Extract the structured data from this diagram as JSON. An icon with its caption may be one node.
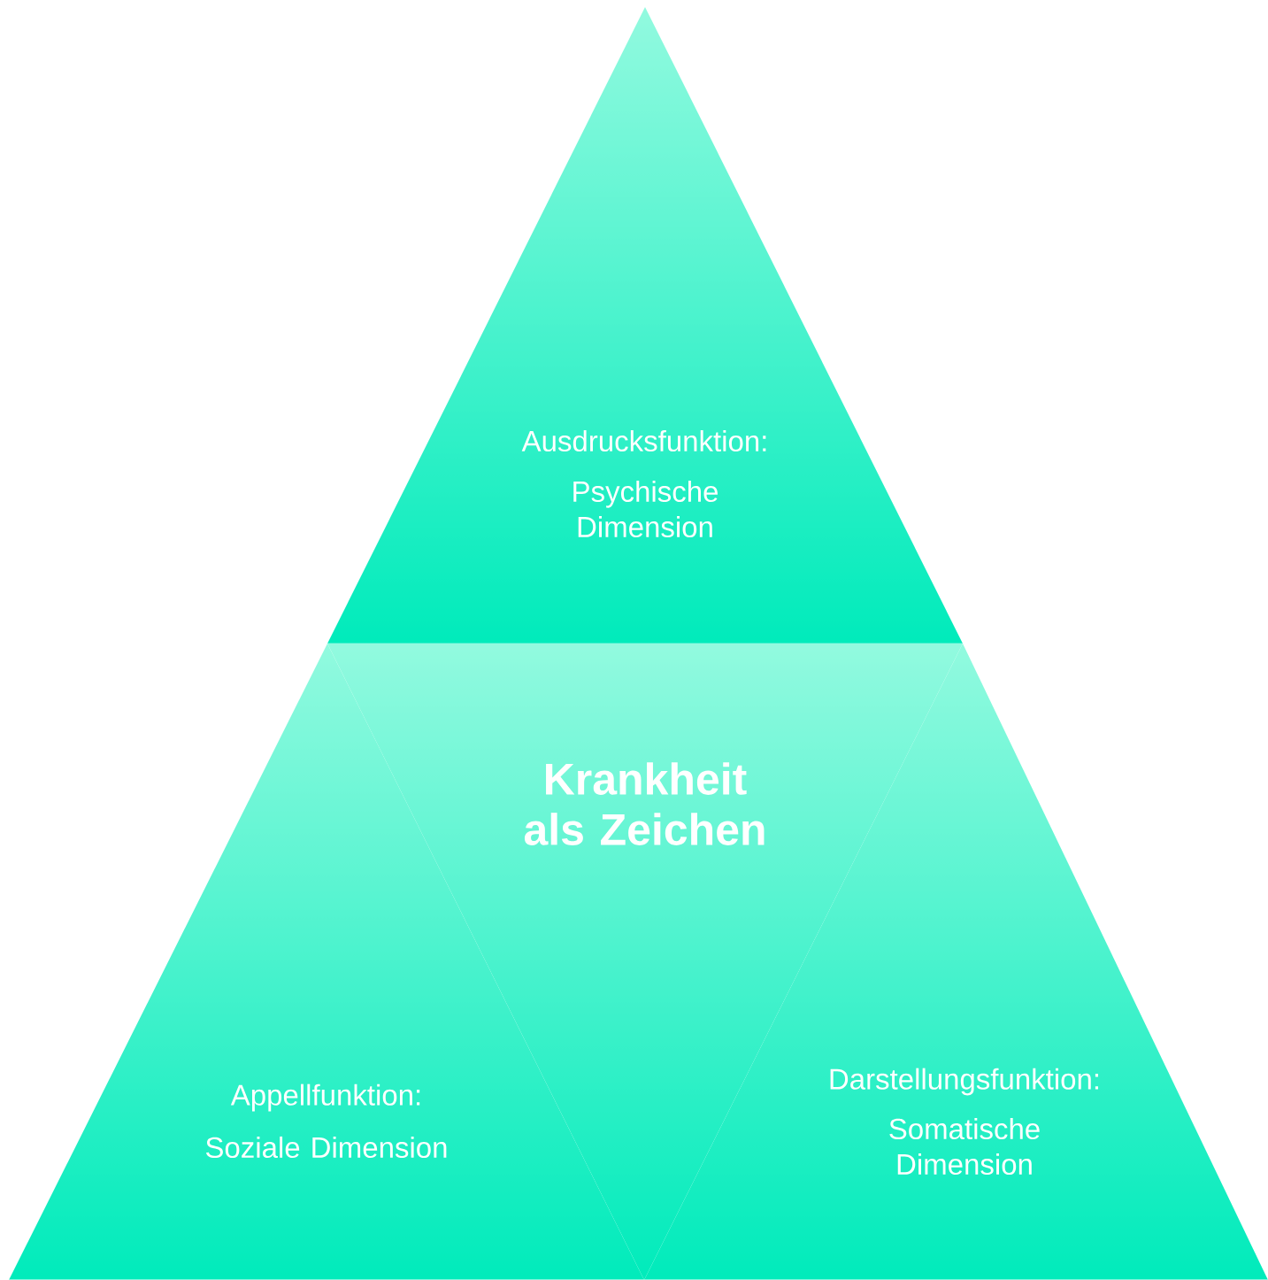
{
  "diagram": {
    "nodes": [
      {
        "text": [
          "Ausdrucksfunktion:",
          "Psychische Dimension"
        ]
      },
      {
        "text": [
          "Krankheit als Zeichen"
        ]
      },
      {
        "text": [
          "Appellfunktion:",
          "Soziale Dimension"
        ]
      },
      {
        "text": [
          "Darstellungsfunktion:",
          "Somatische Dimension"
        ]
      }
    ]
  }
}
